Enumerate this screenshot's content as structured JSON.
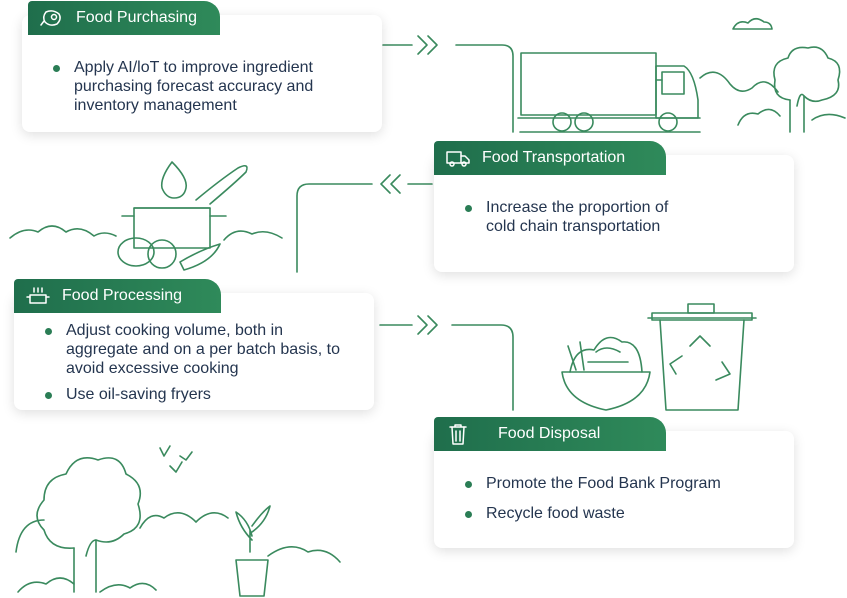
{
  "steps": [
    {
      "title": "Food Purchasing",
      "icon": "meat-icon",
      "items": [
        "Apply AI/loT to improve ingredient purchasing forecast accuracy and inventory management"
      ]
    },
    {
      "title": "Food Transportation",
      "icon": "truck-icon",
      "items": [
        "Increase the proportion of cold chain transportation"
      ]
    },
    {
      "title": "Food Processing",
      "icon": "cooking-pot-icon",
      "items": [
        "Adjust cooking volume, both in aggregate and on a per batch basis, to avoid excessive cooking",
        "Use oil-saving fryers"
      ]
    },
    {
      "title": "Food Disposal",
      "icon": "trash-bin-icon",
      "items": [
        "Promote the Food Bank Program",
        "Recycle food waste"
      ]
    }
  ],
  "colors": {
    "accent": "#2a7d55",
    "tag_start": "#1f6e4c",
    "tag_end": "#2f8a5a",
    "text": "#24354f"
  }
}
